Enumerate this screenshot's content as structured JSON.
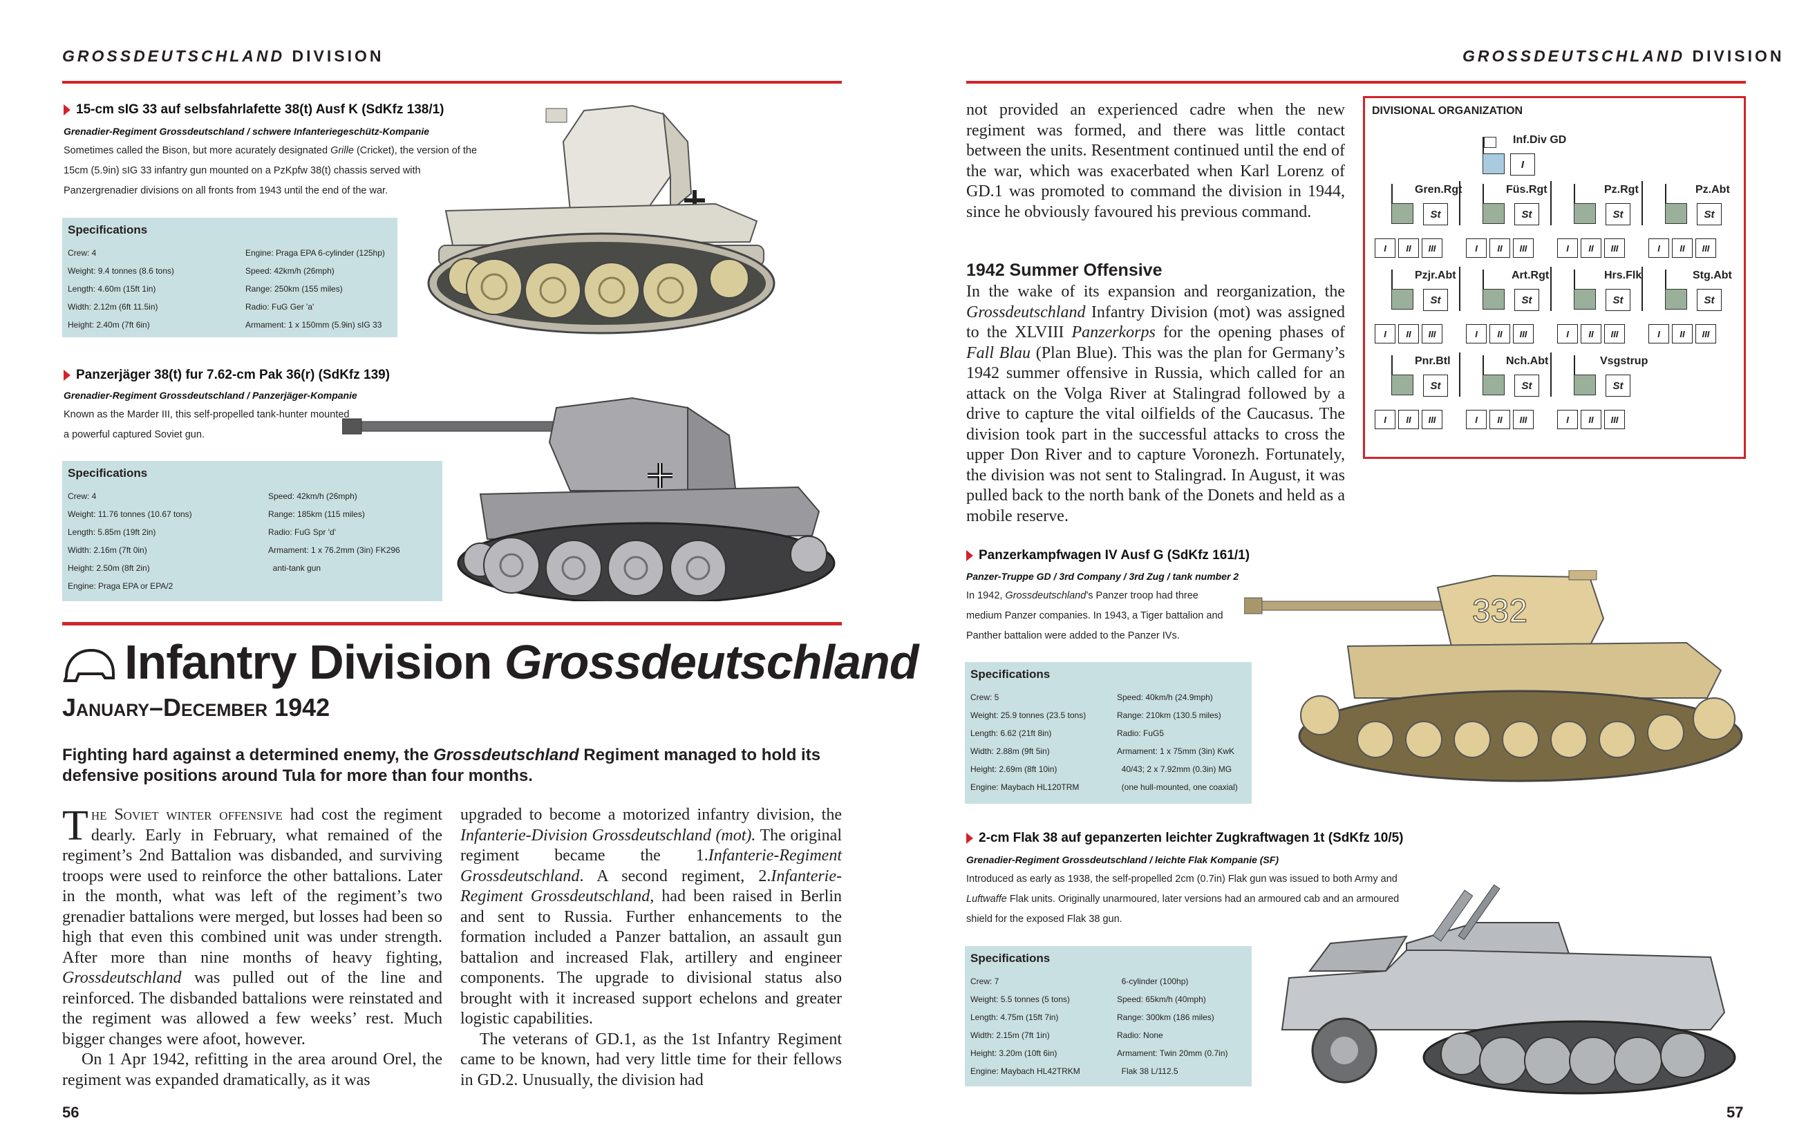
{
  "header": {
    "italic_part": "GROSSDEUTSCHLAND",
    "rest": "DIVISION"
  },
  "left_page": {
    "vehicle1": {
      "title": "15-cm sIG 33 auf selbsfahrlafette 38(t) Ausf K (SdKfz 138/1)",
      "unit": "Grenadier-Regiment Grossdeutschland / schwere Infanteriegeschütz-Kompanie",
      "desc1": "Sometimes called the Bison, but more acurately designated ",
      "desc_it": "Grille",
      "desc2": " (Cricket), the version of the 15cm (5.9in) sIG 33 infantry gun mounted on a PzKpfw 38(t) chassis served with Panzergrenadier divisions on all fronts from 1943 until the end of the war.",
      "spec_title": "Specifications",
      "spec_left": "Crew: 4\nWeight: 9.4 tonnes (8.6 tons)\nLength: 4.60m (15ft 1in)\nWidth: 2.12m (6ft 11.5in)\nHeight: 2.40m (7ft 6in)",
      "spec_right": "Engine: Praga EPA 6-cylinder (125hp)\nSpeed: 42km/h (26mph)\nRange: 250km (155 miles)\nRadio: FuG Ger 'a'\nArmament: 1 x 150mm (5.9in) sIG 33"
    },
    "vehicle2": {
      "title": "Panzerjäger 38(t) fur 7.62-cm Pak 36(r) (SdKfz 139)",
      "unit": "Grenadier-Regiment Grossdeutschland / Panzerjäger-Kompanie",
      "desc": "Known as the Marder III, this self-propelled tank-hunter mounted a powerful captured Soviet gun.",
      "spec_title": "Specifications",
      "spec_left": "Crew: 4\nWeight: 11.76 tonnes (10.67 tons)\nLength: 5.85m (19ft 2in)\nWidth: 2.16m (7ft 0in)\nHeight: 2.50m (8ft 2in)\nEngine: Praga EPA or EPA/2",
      "spec_right": "Speed: 42km/h (26mph)\nRange: 185km (115 miles)\nRadio: FuG Spr 'd'\nArmament: 1 x 76.2mm (3in) FK296\n  anti-tank gun"
    },
    "title_main": "Infantry Division ",
    "title_italic": "Grossdeutschland",
    "subtitle": "January–December 1942",
    "intro1": "Fighting hard against a determined enemy, the ",
    "intro_it": "Grossdeutschland",
    "intro2": " Regiment managed to hold its defensive positions around Tula for more than four months.",
    "col1": {
      "dropcap": "T",
      "lead": "he Soviet winter offensive",
      "p1a": " had cost the regiment dearly. Early in February, what remained of the regiment’s 2nd Battalion was disbanded, and surviving troops were used to reinforce the other battalions. Later in the month, what was left of the regiment’s two grenadier battalions were merged, but losses had been so high that even this combined unit was under strength. After more than nine months of heavy fighting, ",
      "p1it": "Grossdeutschland",
      "p1b": " was pulled out of the line and reinforced. The disbanded battalions were reinstated and the regiment was allowed a few weeks’ rest. Much bigger changes were afoot, however.",
      "p2": "On 1 Apr 1942, refitting in the area around Orel, the regiment was expanded dramatically, as it was"
    },
    "col2": {
      "a": "upgraded to become a motorized infantry division, the ",
      "a_it": "Infanterie-Division Grossdeutschland (mot).",
      "b": " The original regiment became the 1.",
      "b_it": "Infanterie-Regiment Grossdeutschland",
      "c": ". A second regiment, 2.",
      "c_it": "Infanterie-Regiment Grossdeutschland",
      "d": ", had been raised in Berlin and sent to Russia. Further enhancements to the formation included a Panzer battalion, an assault gun battalion and increased Flak, artillery and engineer components. The upgrade to divisional status also brought with it increased support echelons and greater logistic capabilities.",
      "p2": "The veterans of GD.1, as the 1st Infantry Regiment came to be known, had very little time for their fellows in GD.2. Unusually, the division had"
    },
    "page_number": "56"
  },
  "right_page": {
    "text1": "not provided an experienced cadre when the new regiment was formed, and there was little contact between the units. Resentment continued until the end of the war, which was exacerbated when Karl Lorenz of GD.1 was promoted to command the division in 1944, since he obviously favoured his previous command.",
    "heading": "1942 Summer Offensive",
    "text2a": "In the wake of its expansion and reorganization, the ",
    "text2_it1": "Grossdeutschland",
    "text2b": " Infantry Division (mot) was assigned to the XLVIII ",
    "text2_it2": "Panzerkorps",
    "text2c": " for the opening phases of ",
    "text2_it3": "Fall Blau",
    "text2d": " (Plan Blue). This was the plan for Germany’s 1942 summer offensive in Russia, which called for an attack on the Volga River at Stalingrad followed by a drive to capture the vital oilfields of the Caucasus. The division took part in the successful attacks to cross the upper Don River and to capture Voronezh. Fortunately, the division was not sent to Stalingrad. In August, it was pulled back to the north bank of the Donets and held as a mobile reserve.",
    "org": {
      "title": "DIVISIONAL ORGANIZATION",
      "hq": "Inf.Div GD",
      "hq_box": "I",
      "st": "St",
      "roman": [
        "I",
        "II",
        "III"
      ],
      "units": [
        "Gren.Rgt",
        "Füs.Rgt",
        "Pz.Rgt",
        "Pz.Abt",
        "Pzjr.Abt",
        "Art.Rgt",
        "Hrs.Flk",
        "Stg.Abt",
        "Pnr.Btl",
        "Nch.Abt",
        "Vsgstrup"
      ]
    },
    "vehicle3": {
      "title": "Panzerkampfwagen IV Ausf G (SdKfz 161/1)",
      "unit": "Panzer-Truppe GD / 3rd Company / 3rd Zug / tank number 2",
      "desc1": "In 1942, ",
      "desc_it": "Grossdeutschland",
      "desc2": "’s Panzer troop had three medium Panzer companies. In 1943, a Tiger battalion and Panther battalion were added to the Panzer IVs.",
      "tank_number": "332",
      "spec_title": "Specifications",
      "spec_left": "Crew: 5\nWeight: 25.9 tonnes (23.5 tons)\nLength: 6.62 (21ft 8in)\nWidth: 2.88m (9ft 5in)\nHeight: 2.69m (8ft 10in)\nEngine: Maybach HL120TRM",
      "spec_right": "Speed: 40km/h (24.9mph)\nRange: 210km (130.5 miles)\nRadio: FuG5\nArmament: 1 x 75mm (3in) KwK\n  40/43; 2 x 7.92mm (0.3in) MG\n  (one hull-mounted, one coaxial)"
    },
    "vehicle4": {
      "title": "2-cm Flak 38 auf gepanzerten leichter Zugkraftwagen 1t (SdKfz 10/5)",
      "unit": "Grenadier-Regiment Grossdeutschland / leichte Flak Kompanie (SF)",
      "desc1": "Introduced as early as 1938, the self-propelled 2cm (0.7in) Flak gun was issued to both Army and ",
      "desc_it": "Luftwaffe",
      "desc2": " Flak units. Originally unarmoured, later versions had an armoured cab and an armoured shield for the exposed Flak 38 gun.",
      "spec_title": "Specifications",
      "spec_left": "Crew: 7\nWeight: 5.5 tonnes (5 tons)\nLength: 4.75m (15ft 7in)\nWidth: 2.15m (7ft 1in)\nHeight: 3.20m (10ft 6in)\nEngine: Maybach HL42TRKM",
      "spec_right": "  6-cylinder (100hp)\nSpeed: 65km/h (40mph)\nRange: 300km (186 miles)\nRadio: None\nArmament: Twin 20mm (0.7in)\n  Flak 38 L/112.5"
    },
    "page_number": "57"
  }
}
